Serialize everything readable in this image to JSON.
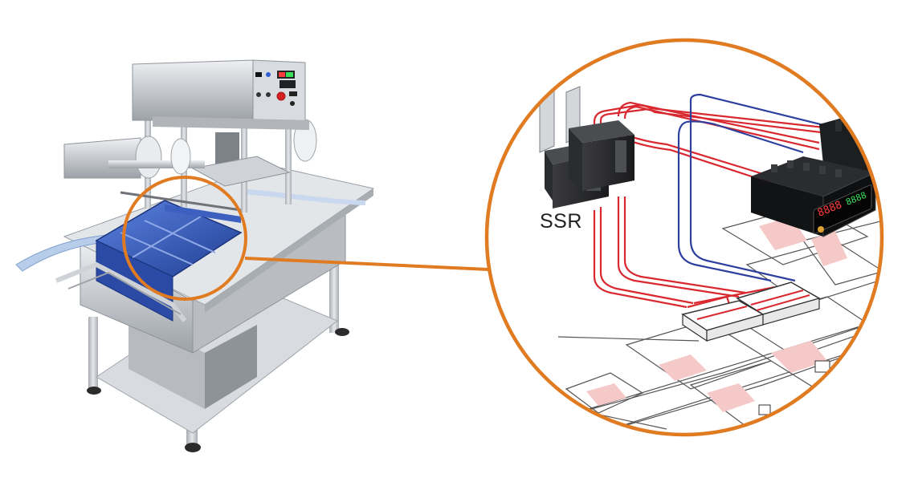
{
  "labels": {
    "ssr": "SSR"
  },
  "controller": {
    "display_left": "8888",
    "display_right": "8888"
  },
  "colors": {
    "accent_orange": "#e07b22",
    "wire_red": "#d9282f",
    "wire_blue": "#2e3f9e",
    "tray_blue": "#2f54b8",
    "steel": "#c9ccd0",
    "led_red": "#ff3b3b",
    "led_green": "#39e05a"
  },
  "icons": [
    "machine-illustration",
    "zoom-circle",
    "ssr-relay-icon",
    "temperature-controller-icon",
    "heater-block-icon"
  ]
}
